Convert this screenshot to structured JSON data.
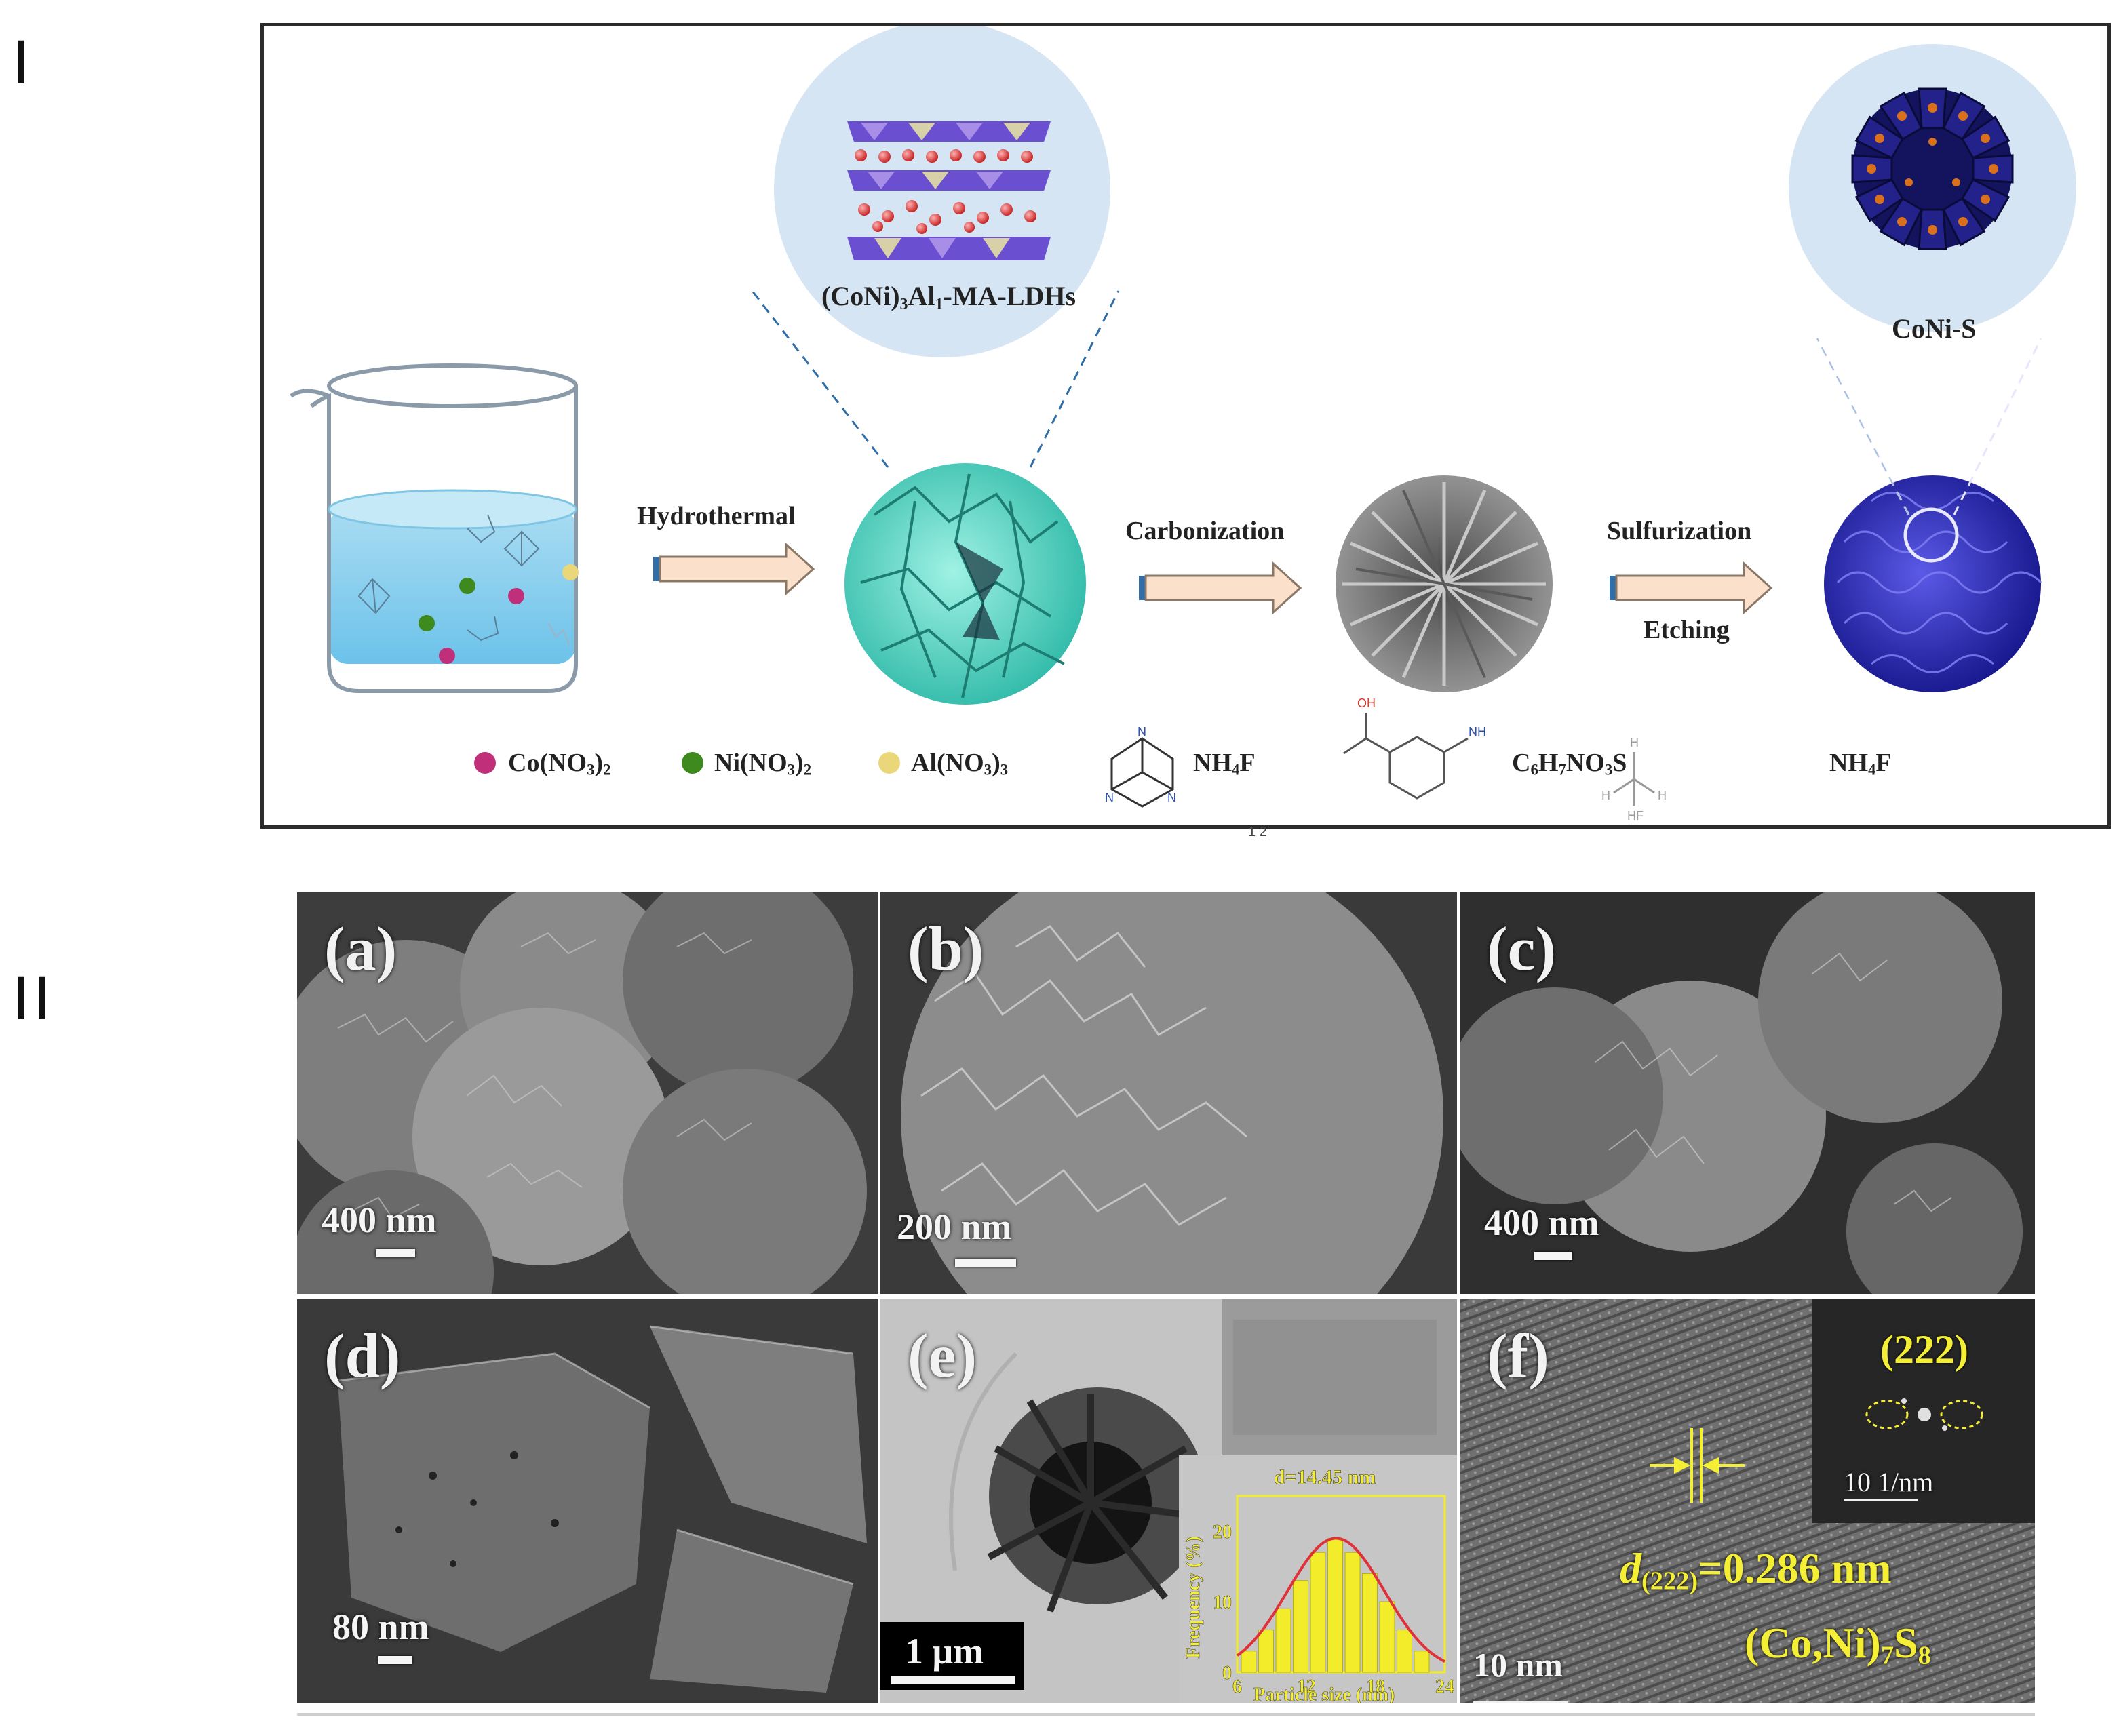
{
  "figure": {
    "part_labels": [
      "I",
      "II"
    ]
  },
  "scheme": {
    "steps": {
      "hydrothermal": "Hydrothermal",
      "carbonization": "Carbonization",
      "sulfurization": "Sulfurization",
      "etching": "Etching"
    },
    "bubbles": {
      "ldh": {
        "formula_a": "(CoNi)",
        "sub_a": "3",
        "formula_b": "Al",
        "sub_b": "1",
        "formula_c": "-MA-LDHs"
      },
      "product": "CoNi-S"
    },
    "legend": {
      "co": {
        "base": "Co(NO",
        "sub1": "3",
        "tail": ")",
        "sub2": "2"
      },
      "ni": {
        "base": "Ni(NO",
        "sub1": "3",
        "tail": ")",
        "sub2": "2"
      },
      "al": {
        "base": "Al(NO",
        "sub1": "3",
        "tail": ")",
        "sub2": "3"
      },
      "reagent1": {
        "base": "NH",
        "sub": "4",
        "tail": "F"
      },
      "reagent2": {
        "c": "C",
        "c_sub": "6",
        "h": "H",
        "h_sub": "7",
        "no": "NO",
        "o_sub": "3",
        "s": "S"
      },
      "reagent3": {
        "base": "NH",
        "sub": "4",
        "tail": "F"
      }
    },
    "molecule_labels": {
      "oh": "OH",
      "nh2": "NH",
      "n": "N",
      "h": "H",
      "hf": "HF"
    },
    "fragment": "1 2",
    "colors": {
      "co": "#c0307a",
      "ni": "#3e8a1e",
      "al": "#e9d77a",
      "ldh_sphere": "#5fe1cf",
      "carbon": "#6e6e6e",
      "product_sphere": "#2a2ab5",
      "bubble": "#d6e5f3",
      "arrow_fill": "#fbe0cc",
      "arrow_cap": "#2f6ea8"
    }
  },
  "micrographs": {
    "panels": [
      {
        "id": "a",
        "label": "(a)",
        "scale": "400 nm"
      },
      {
        "id": "b",
        "label": "(b)",
        "scale": "200 nm"
      },
      {
        "id": "c",
        "label": "(c)",
        "scale": "400 nm"
      },
      {
        "id": "d",
        "label": "(d)",
        "scale": "80 nm"
      },
      {
        "id": "e",
        "label": "(e)",
        "scale": "1 μm"
      },
      {
        "id": "f",
        "label": "(f)",
        "scale": "10 nm"
      }
    ],
    "inset_e": {
      "title": "d=14.45 nm",
      "xlabel": "Particle size (nm)",
      "ylabel": "Frequency (%)",
      "xticks": [
        "6",
        "12",
        "18",
        "24"
      ],
      "yticks": [
        "0",
        "10",
        "20"
      ]
    },
    "inset_f": {
      "plane": "(222)",
      "scale": "10 1/nm",
      "d_symbol": "d",
      "d_sub": "(222)",
      "d_value": "=0.286 nm",
      "phase_a": "(Co,Ni)",
      "phase_sub_a": "7",
      "phase_b": "S",
      "phase_sub_b": "8"
    }
  },
  "chart_data": {
    "type": "bar",
    "title": "d=14.45 nm",
    "xlabel": "Particle size (nm)",
    "ylabel": "Frequency (%)",
    "x": [
      7,
      8.5,
      10,
      11.5,
      13,
      14.5,
      16,
      17.5,
      19,
      20.5,
      22
    ],
    "values": [
      3,
      6,
      9,
      13,
      17,
      19,
      17,
      14,
      10,
      6,
      3
    ],
    "xlim": [
      6,
      24
    ],
    "ylim": [
      0,
      25
    ],
    "xticks": [
      6,
      12,
      18,
      24
    ],
    "yticks": [
      0,
      10,
      20
    ],
    "fit": "gaussian",
    "bar_color": "#f2ec2a",
    "fit_color": "#e0313a"
  }
}
